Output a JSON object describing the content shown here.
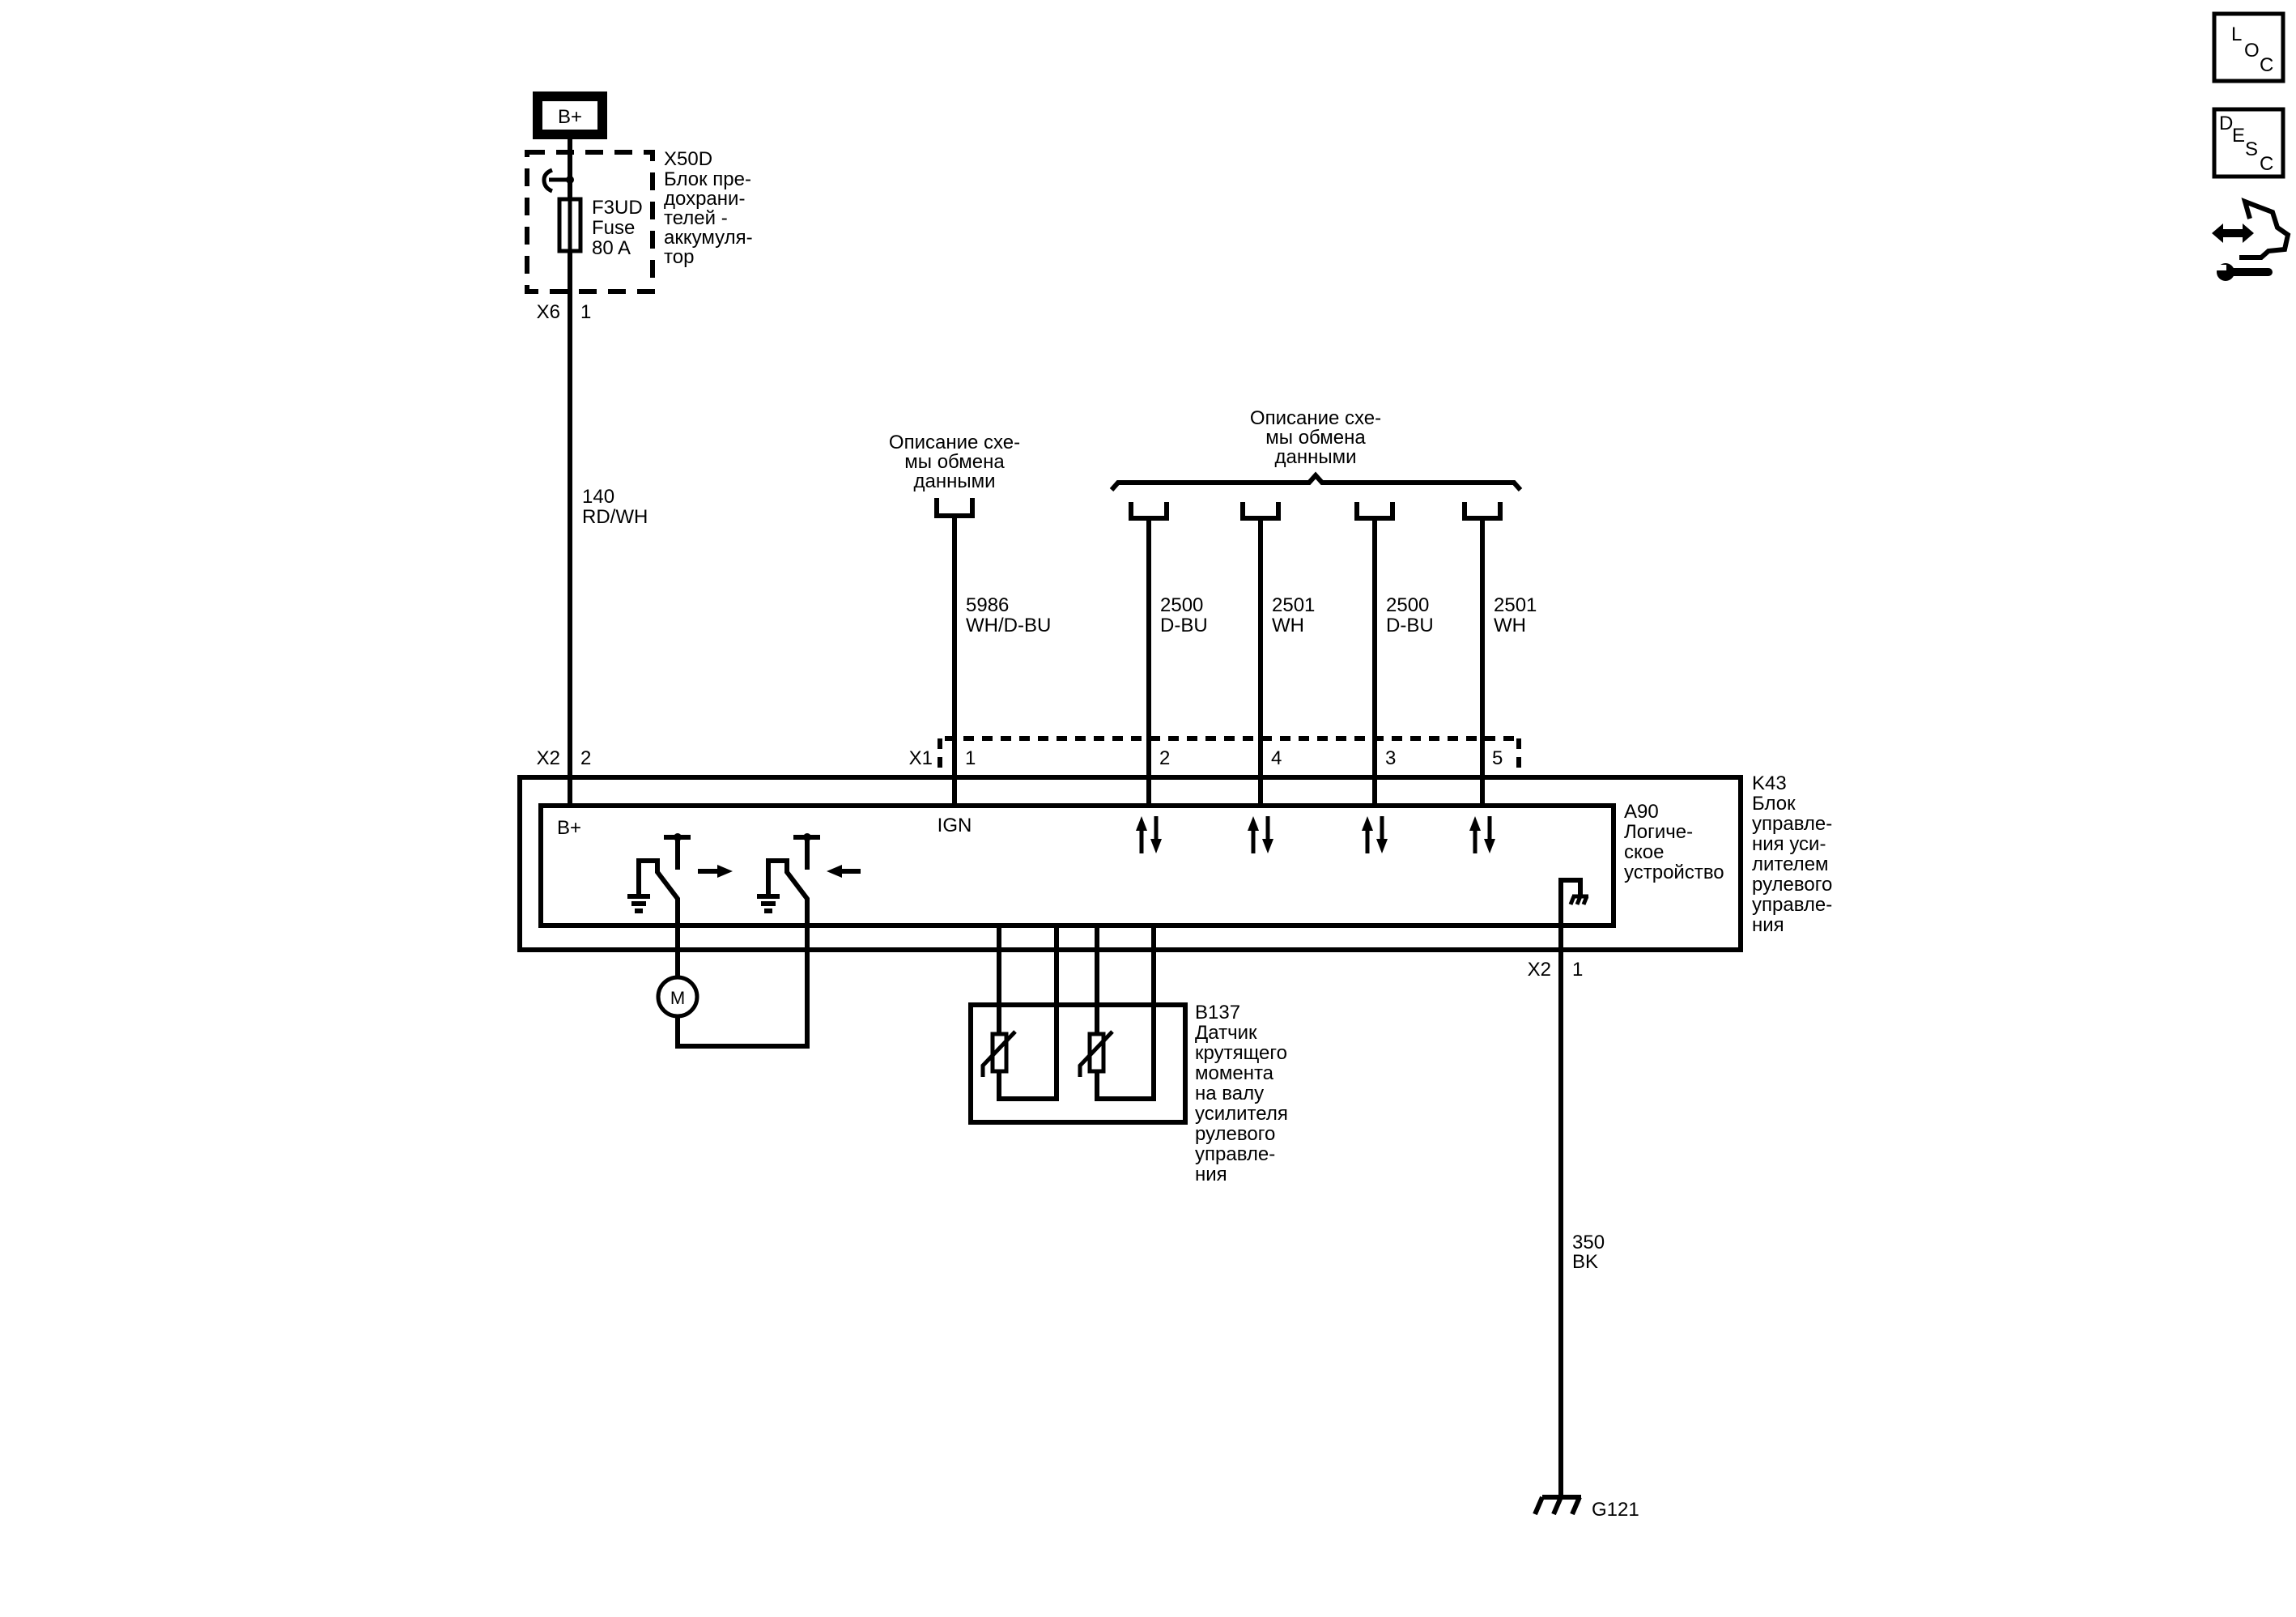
{
  "diagram": {
    "power_source": {
      "label": "B+"
    },
    "fuse_block": {
      "id": "X50D",
      "name_lines": [
        "Блок пре-",
        "дохрани-",
        "телей -",
        "аккумуля-",
        "тор"
      ],
      "fuse_lines": [
        "F3UD",
        "Fuse",
        "80 A"
      ],
      "connector": "X6",
      "pin": "1"
    },
    "wires": {
      "power": {
        "circuit": "140",
        "color": "RD/WH"
      },
      "ign": {
        "circuit": "5986",
        "color": "WH/D-BU"
      },
      "data": [
        {
          "circuit": "2500",
          "color": "D-BU",
          "pin": "2"
        },
        {
          "circuit": "2501",
          "color": "WH",
          "pin": "4"
        },
        {
          "circuit": "2500",
          "color": "D-BU",
          "pin": "3"
        },
        {
          "circuit": "2501",
          "color": "WH",
          "pin": "5"
        }
      ],
      "ground": {
        "circuit": "350",
        "color": "BK"
      }
    },
    "data_refs": {
      "single": [
        "Описание схе-",
        "мы обмена",
        "данными"
      ],
      "group": [
        "Описание схе-",
        "мы обмена",
        "данными"
      ]
    },
    "connectors": {
      "x2_power": {
        "connector": "X2",
        "pin": "2"
      },
      "x1": {
        "connector": "X1",
        "pin": "1"
      },
      "x2_ground": {
        "connector": "X2",
        "pin": "1"
      }
    },
    "module": {
      "id": "K43",
      "name_lines": [
        "Блок",
        "управле-",
        "ния уси-",
        "лителем",
        "рулевого",
        "управле-",
        "ния"
      ],
      "logic": {
        "id": "A90",
        "name_lines": [
          "Логиче-",
          "ское",
          "устройство"
        ],
        "bplus_label": "B+",
        "ign_label": "IGN"
      },
      "motor_label": "M"
    },
    "sensor": {
      "id": "B137",
      "name_lines": [
        "Датчик",
        "крутящего",
        "момента",
        "на валу",
        "усилителя",
        "рулевого",
        "управле-",
        "ния"
      ]
    },
    "ground_point": {
      "id": "G121"
    },
    "side_icons": {
      "loc": [
        "L",
        "O",
        "C"
      ],
      "desc": [
        "D",
        "E",
        "S",
        "C"
      ],
      "connector_repair": "connector-repair-icon"
    }
  }
}
